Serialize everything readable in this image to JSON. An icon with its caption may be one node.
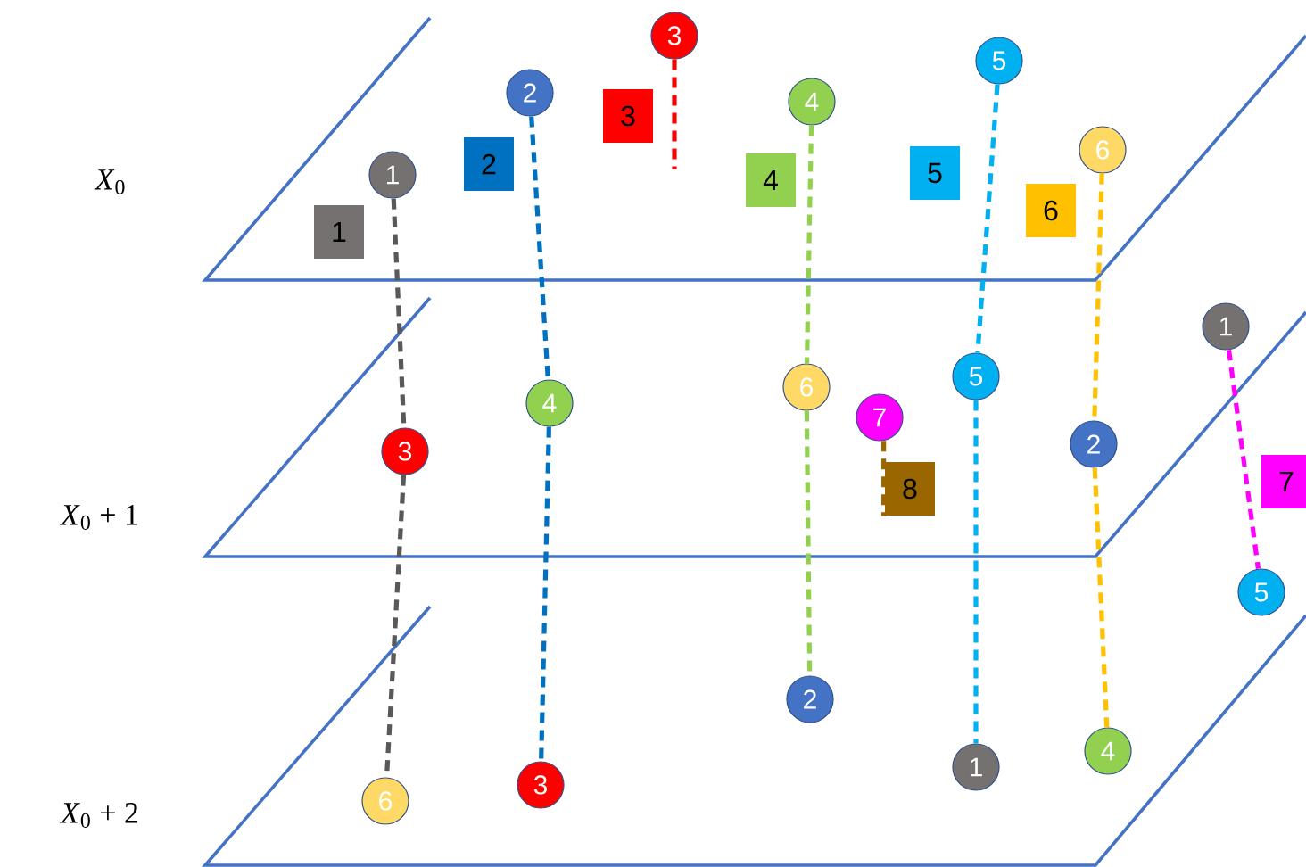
{
  "diagram": {
    "nodes": [
      {
        "text": [
          "3"
        ]
      },
      {
        "text": [
          "5"
        ]
      },
      {
        "text": [
          "2"
        ]
      },
      {
        "text": [
          "4"
        ]
      },
      {
        "text": [
          "3"
        ]
      },
      {
        "text": [
          "6"
        ]
      },
      {
        "text": [
          "2"
        ]
      },
      {
        "text": [
          "5"
        ]
      },
      {
        "text": [
          "1"
        ]
      },
      {
        "text": [
          "4"
        ]
      },
      {
        "text": [
          "6"
        ]
      },
      {
        "text": [
          "1"
        ]
      },
      {
        "text": [
          "1"
        ]
      },
      {
        "text": [
          "5"
        ]
      },
      {
        "text": [
          "6"
        ]
      },
      {
        "text": [
          "4"
        ]
      },
      {
        "text": [
          "7"
        ]
      },
      {
        "text": [
          "2"
        ]
      },
      {
        "text": [
          "3"
        ]
      },
      {
        "text": [
          "7"
        ]
      },
      {
        "text": [
          "8"
        ]
      },
      {
        "text": [
          "5"
        ]
      },
      {
        "text": [
          "2"
        ]
      },
      {
        "text": [
          "4"
        ]
      },
      {
        "text": [
          "1"
        ]
      },
      {
        "text": [
          "3"
        ]
      },
      {
        "text": [
          "6"
        ]
      }
    ],
    "edges": [
      {
        "from": 8,
        "to": 18,
        "arrow": "none",
        "style": "dashed",
        "color": "#595959"
      },
      {
        "from": 18,
        "to": 26,
        "arrow": "none",
        "style": "dashed",
        "color": "#595959"
      },
      {
        "from": 2,
        "to": 15,
        "arrow": "none",
        "style": "dashed",
        "color": "#0070c0"
      },
      {
        "from": 15,
        "to": 25,
        "arrow": "none",
        "style": "dashed",
        "color": "#0070c0"
      },
      {
        "from": 0,
        "to": null,
        "arrow": "none",
        "style": "dashed",
        "color": "#ff0000"
      },
      {
        "from": 3,
        "to": 14,
        "arrow": "none",
        "style": "dashed",
        "color": "#92d050"
      },
      {
        "from": 14,
        "to": 22,
        "arrow": "none",
        "style": "dashed",
        "color": "#92d050"
      },
      {
        "from": 1,
        "to": 13,
        "arrow": "none",
        "style": "dashed",
        "color": "#00b0f0"
      },
      {
        "from": 13,
        "to": 24,
        "arrow": "none",
        "style": "dashed",
        "color": "#00b0f0"
      },
      {
        "from": 5,
        "to": 17,
        "arrow": "none",
        "style": "dashed",
        "color": "#ffc000"
      },
      {
        "from": 17,
        "to": 23,
        "arrow": "none",
        "style": "dashed",
        "color": "#ffc000"
      },
      {
        "from": 12,
        "to": 21,
        "arrow": "none",
        "style": "dashed",
        "color": "#ff00ff"
      },
      {
        "from": 16,
        "to": 20,
        "arrow": "none",
        "style": "dashed",
        "color": "#996600"
      }
    ],
    "labels": [
      "*X*$_{0}$",
      "*X*$_{0}$ + 1",
      "*X*$_{0}$ + 2"
    ]
  }
}
